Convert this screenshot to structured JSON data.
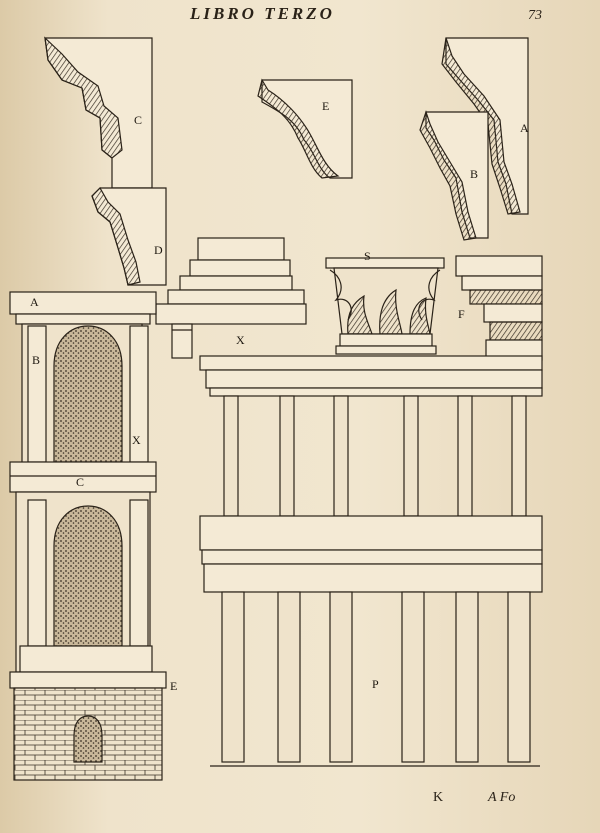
{
  "header": {
    "running_title": "LIBRO TERZO",
    "page_number": "73"
  },
  "plate": {
    "labels": {
      "a_top_left": "A",
      "b_left": "B",
      "x_left": "X",
      "c_middle": "C",
      "e_base": "E",
      "c_profile": "C",
      "d_profile": "D",
      "e_profile": "E",
      "b_profile": "B",
      "a_profile": "A",
      "x_pedestal": "X",
      "s_capital": "S",
      "f_cornice": "F",
      "p_colonnade": "P"
    }
  },
  "footer": {
    "signature": "K",
    "mark": "A Fo"
  },
  "colors": {
    "paper": "#f1e6cf",
    "ink": "#2a2218",
    "shade": "#6b5d48"
  }
}
